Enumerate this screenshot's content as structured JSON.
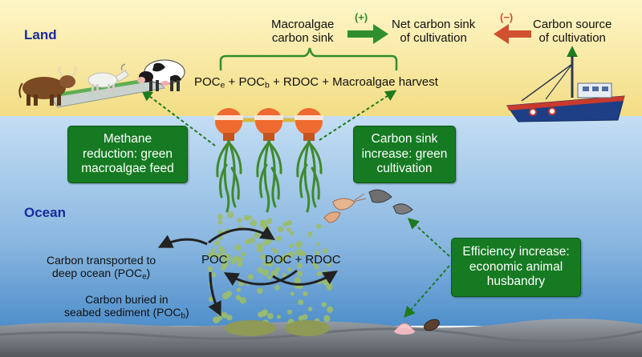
{
  "regions": {
    "land": "Land",
    "ocean": "Ocean"
  },
  "top": {
    "macroalgae_sink_l1": "Macroalgae",
    "macroalgae_sink_l2": "carbon sink",
    "plus": "(+)",
    "net_sink_l1": "Net carbon sink",
    "net_sink_l2": "of cultivation",
    "minus": "(−)",
    "source_l1": "Carbon source",
    "source_l2": "of cultivation"
  },
  "formula": {
    "poc": "POC",
    "sub_e": "e",
    "plus1": " + POC",
    "sub_b": "b",
    "rest": " + RDOC + Macroalgae harvest"
  },
  "boxes": {
    "methane_l1": "Methane",
    "methane_l2": "reduction: green",
    "methane_l3": "macroalgae feed",
    "sink_l1": "Carbon sink",
    "sink_l2": "increase: green",
    "sink_l3": "cultivation",
    "eff_l1": "Efficiency increase:",
    "eff_l2": "economic animal",
    "eff_l3": "husbandry"
  },
  "cycle": {
    "poc": "POC",
    "doc": "DOC + RDOC",
    "deep_l1": "Carbon transported to",
    "deep_l2": "deep ocean (POC",
    "deep_sub": "e",
    "deep_close": ")",
    "buried_l1": "Carbon buried in",
    "buried_l2": "seabed sediment (POC",
    "buried_sub": "b",
    "buried_close": ")"
  },
  "colors": {
    "land_top": "#fff4bf",
    "land_bottom": "#f3df86",
    "ocean_top": "#bcd9f2",
    "ocean_bottom": "#4f8fcb",
    "green_box": "#157a22",
    "plus_arrow": "#2f8f2f",
    "minus_arrow": "#d05030",
    "buoy": "#ef6a2e",
    "particle": "#9bbd6a"
  },
  "icons": [
    "cattle-icon",
    "goat-icon",
    "cow-icon",
    "fishing-boat-icon",
    "buoy-icon",
    "seaweed-icon",
    "shrimp-icon",
    "fish-icon",
    "scallop-icon",
    "sea-cucumber-icon"
  ]
}
